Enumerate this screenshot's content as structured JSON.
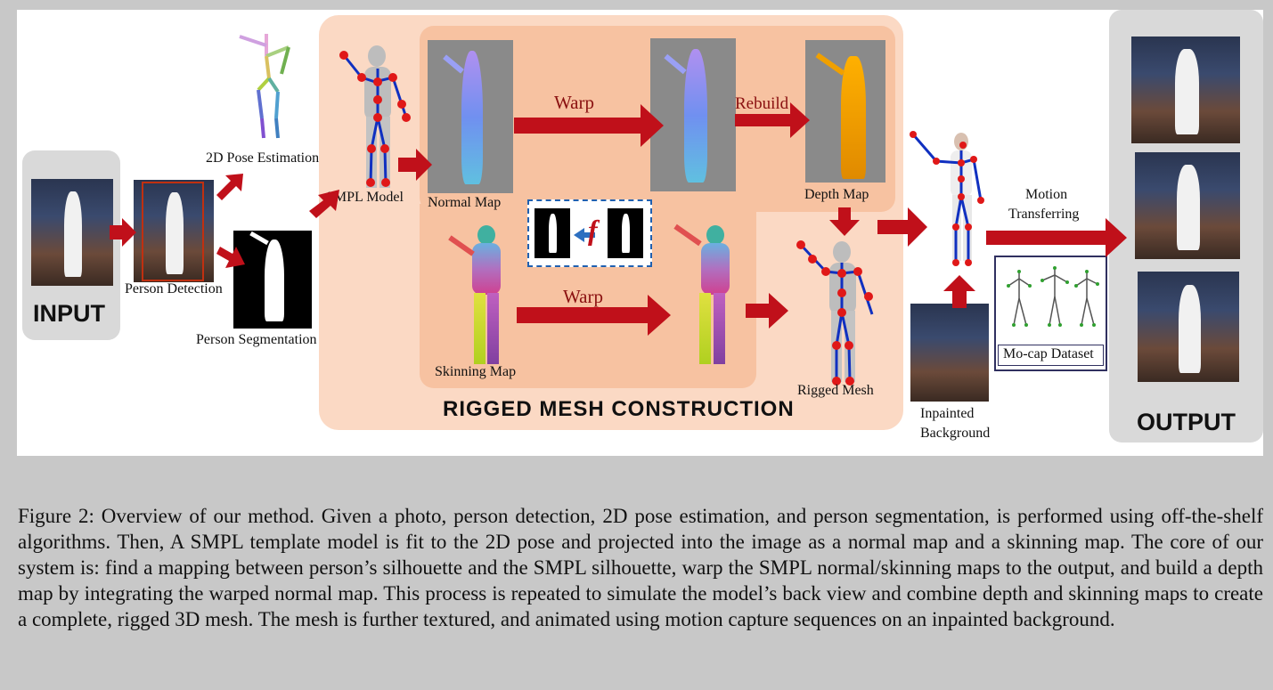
{
  "figure": {
    "input_label": "INPUT",
    "output_label": "OUTPUT",
    "rigged_title": "RIGGED MESH CONSTRUCTION",
    "labels": {
      "pose": "2D Pose Estimation",
      "detection": "Person Detection",
      "segmentation": "Person Segmentation",
      "smpl": "SMPL Model",
      "normal": "Normal Map",
      "skinning": "Skinning Map",
      "warp_top": "Warp",
      "warp_bottom": "Warp",
      "rebuild": "Rebuild",
      "depth": "Depth Map",
      "rigged_mesh": "Rigged Mesh",
      "inpainted_1": "Inpainted",
      "inpainted_2": "Background",
      "motion_1": "Motion",
      "motion_2": "Transferring",
      "mocap": "Mo-cap Dataset",
      "f_symbol": "f"
    },
    "colors": {
      "arrow": "#c0101a",
      "panel_peach": "#fbd9c4",
      "panel_inner": "#f7c2a1",
      "gray_panel": "#d9d9d9"
    }
  },
  "caption": "Figure 2: Overview of our method. Given a photo, person detection, 2D pose estimation, and person segmentation, is performed using off-the-shelf algorithms. Then, A SMPL template model is fit to the 2D pose and projected into the image as a normal map and a skinning map. The core of our system is: find a mapping between person’s silhouette and the SMPL silhouette, warp the SMPL normal/skinning maps to the output, and build a depth map by integrating the warped normal map. This process is repeated to simulate the model’s back view and combine depth and skinning maps to create a complete, rigged 3D mesh. The mesh is further textured, and animated using motion capture sequences on an inpainted background."
}
